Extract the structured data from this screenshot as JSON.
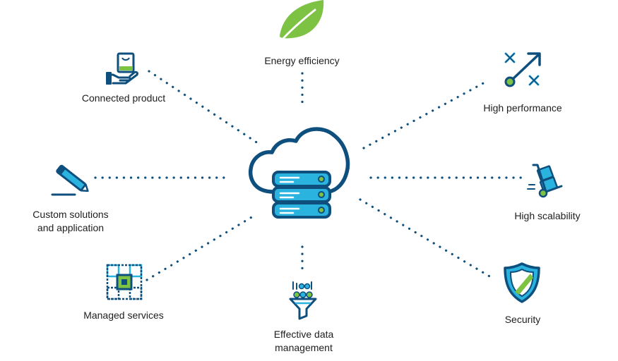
{
  "colors": {
    "navy": "#0e4f7e",
    "cyan": "#2bb3e0",
    "green": "#7dc242",
    "dots": "#0e4f7e",
    "text": "#1e1e1e"
  },
  "center": {
    "name": "cloud-server-icon"
  },
  "nodes": [
    {
      "id": "energy",
      "icon": "leaf-icon",
      "label": "Energy efficiency"
    },
    {
      "id": "connected",
      "icon": "hand-box-icon",
      "label": "Connected product"
    },
    {
      "id": "performance",
      "icon": "arrow-target-icon",
      "label": "High performance"
    },
    {
      "id": "custom",
      "icon": "pen-icon",
      "label_lines": [
        "Custom solutions",
        "and application"
      ]
    },
    {
      "id": "scalability",
      "icon": "hand-truck-icon",
      "label": "High scalability"
    },
    {
      "id": "managed",
      "icon": "grid-chip-icon",
      "label": "Managed services"
    },
    {
      "id": "data",
      "icon": "funnel-icon",
      "label_lines": [
        "Effective data",
        "management"
      ]
    },
    {
      "id": "security",
      "icon": "shield-icon",
      "label": "Security"
    }
  ]
}
